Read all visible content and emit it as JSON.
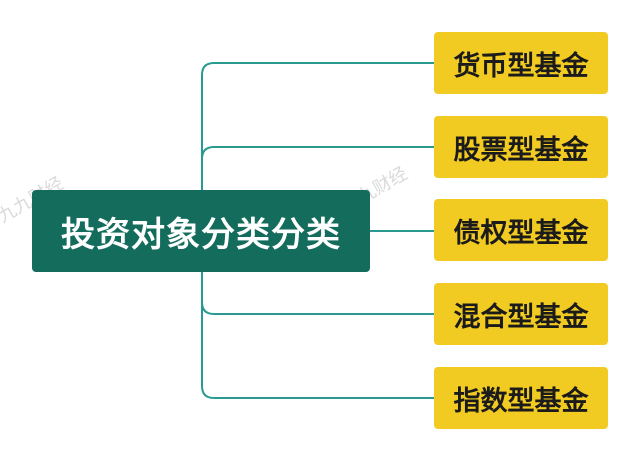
{
  "diagram": {
    "root": {
      "label": "投资对象分类分类"
    },
    "children": [
      {
        "label": "货币型基金"
      },
      {
        "label": "股票型基金"
      },
      {
        "label": "债权型基金"
      },
      {
        "label": "混合型基金"
      },
      {
        "label": "指数型基金"
      }
    ],
    "watermark": "九九财经"
  },
  "colors": {
    "root_fill": "#146c5c",
    "leaf_fill": "#f2cb22",
    "connector": "#2a9a90",
    "root_text": "#ffffff",
    "leaf_text": "#1b1b1b"
  }
}
